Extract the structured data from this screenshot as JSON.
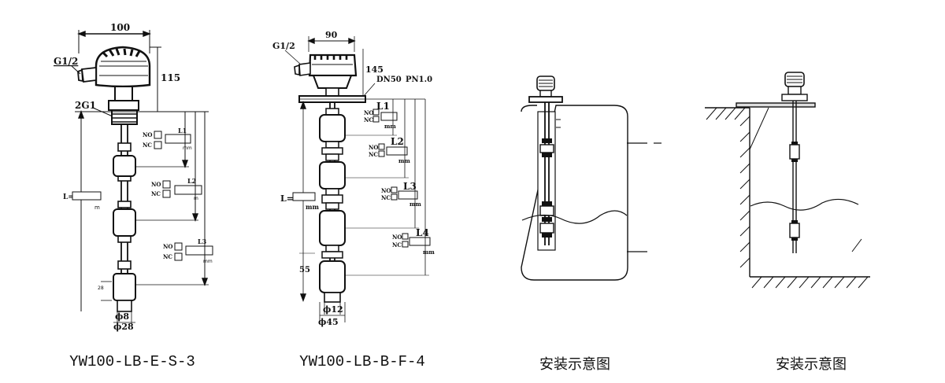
{
  "colors": {
    "line": "#111111",
    "background": "#ffffff"
  },
  "captions": [
    {
      "id": "model-1",
      "text": "YW100-LB-E-S-3"
    },
    {
      "id": "model-2",
      "text": "YW100-LB-B-F-4"
    },
    {
      "id": "install-1",
      "text": "安装示意图"
    },
    {
      "id": "install-2",
      "text": "安装示意图"
    }
  ],
  "diagram1": {
    "dim_width": "100",
    "dim_height": "115",
    "thread_top": "G1/2",
    "thread_mount": "2G1",
    "total_length_label": "L=",
    "unit_mm": "m",
    "bottom_phi1": "ϕ8",
    "bottom_phi2": "ϕ28",
    "bottom_dim": "28",
    "switches": [
      {
        "no": "NO",
        "nc": "NC",
        "label": "L1",
        "unit": "mm"
      },
      {
        "no": "NO",
        "nc": "NC",
        "label": "L2",
        "unit": "m"
      },
      {
        "no": "NO",
        "nc": "NC",
        "label": "L3",
        "unit": "mm"
      }
    ]
  },
  "diagram2": {
    "dim_width": "90",
    "dim_height": "145",
    "thread_top": "G1/2",
    "flange": "DN50",
    "pressure": "PN1.0",
    "total_length_label": "L=",
    "unit_mm": "mm",
    "bottom_dim": "55",
    "bottom_phi1": "ϕ12",
    "bottom_phi2": "ϕ45",
    "switches": [
      {
        "no": "NO",
        "nc": "NC",
        "label": "L1",
        "unit": "mm"
      },
      {
        "no": "NO",
        "nc": "NC",
        "label": "L2",
        "unit": "mm"
      },
      {
        "no": "NO",
        "nc": "NC",
        "label": "L3",
        "unit": "mm"
      },
      {
        "no": "NO",
        "nc": "NC",
        "label": "L4",
        "unit": "mm"
      }
    ]
  }
}
